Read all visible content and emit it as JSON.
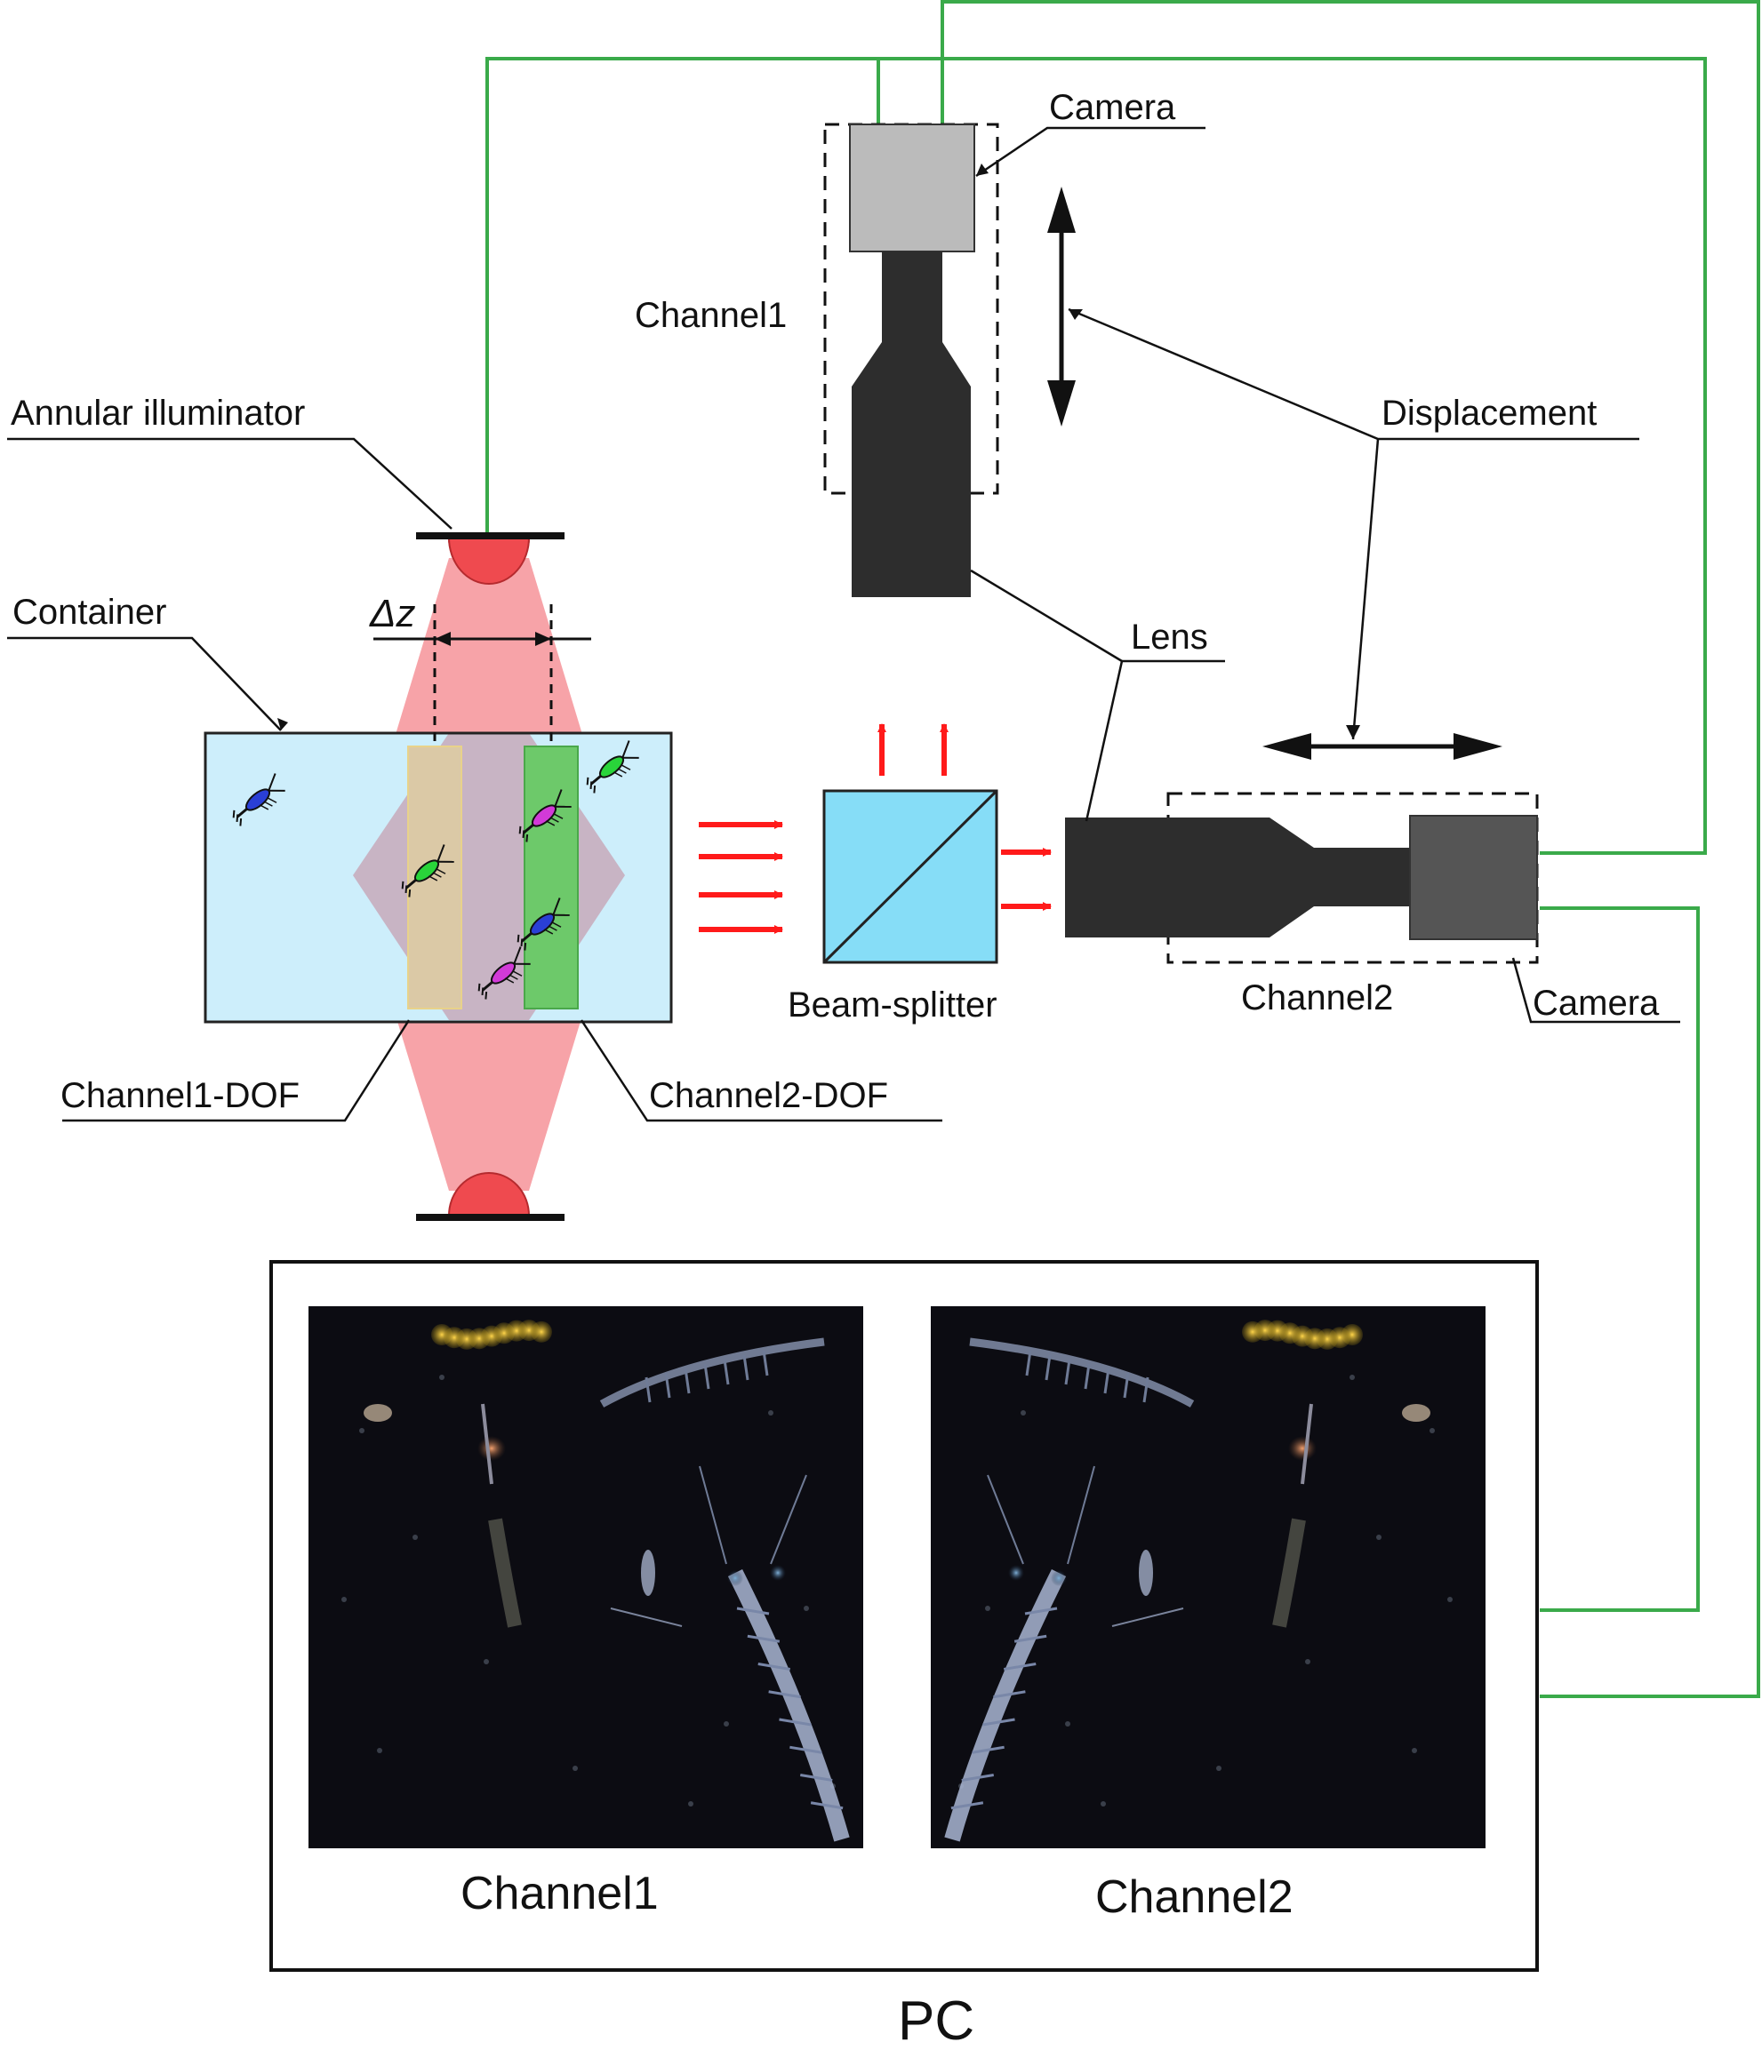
{
  "labels": {
    "annular_illuminator": "Annular illuminator",
    "container": "Container",
    "delta_z": "Δz",
    "channel1_dof": "Channel1-DOF",
    "channel2_dof": "Channel2-DOF",
    "camera_top": "Camera",
    "channel1": "Channel1",
    "displacement": "Displacement",
    "lens": "Lens",
    "beam_splitter": "Beam-splitter",
    "channel2": "Channel2",
    "camera_right": "Camera",
    "pc": "PC"
  },
  "pc_panel": {
    "image_captions": [
      "Channel1",
      "Channel2"
    ]
  },
  "colors": {
    "cable": "#3aaa4a",
    "container_fill": "#cdeefb",
    "light_cone": "#f7a3a8",
    "light_overlap": "#c8b4c4",
    "dof1_fill": "#dbc9a6",
    "dof2_fill": "#6dc96a",
    "illuminator": "#ef4a4f",
    "arrow_red": "#ff1a1a",
    "beam_splitter_fill": "#86ddf7",
    "camera1": "#bbbbbb",
    "camera2": "#555555",
    "lens_body": "#2d2d2d",
    "photo_background": "#0c0c12"
  }
}
